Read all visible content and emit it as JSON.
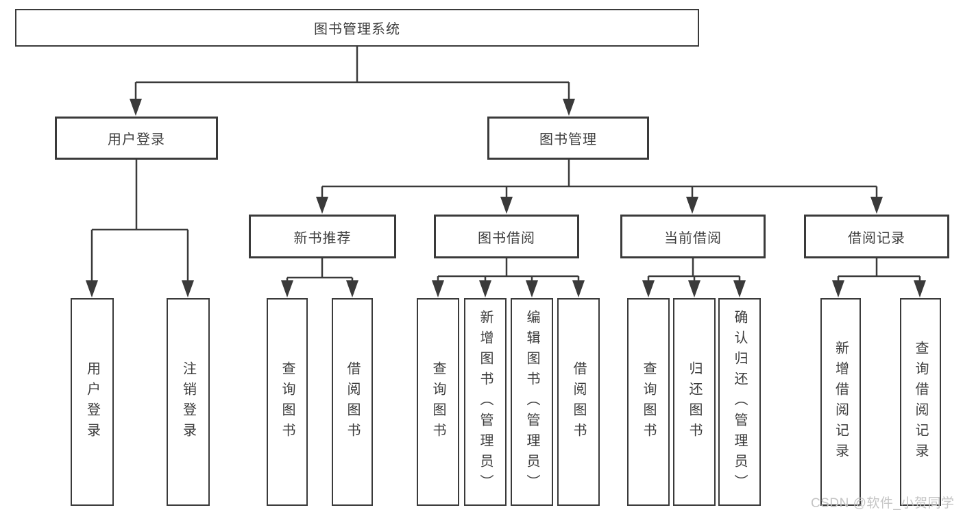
{
  "diagram": {
    "nodes": {
      "root": "图书管理系统",
      "user_login": "用户登录",
      "book_management": "图书管理",
      "new_book_recommend": "新书推荐",
      "book_borrowing": "图书借阅",
      "current_borrowing": "当前借阅",
      "borrowing_records": "借阅记录"
    },
    "leaves": [
      {
        "label": "用户登录"
      },
      {
        "label": "注销登录"
      },
      {
        "label": "查询图书"
      },
      {
        "label": "借阅图书"
      },
      {
        "label": "查询图书"
      },
      {
        "label": "新增图书（管理员）"
      },
      {
        "label": "编辑图书（管理员）"
      },
      {
        "label": "借阅图书"
      },
      {
        "label": "查询图书"
      },
      {
        "label": "归还图书"
      },
      {
        "label": "确认归还（管理员）"
      },
      {
        "label": "新增借阅记录"
      },
      {
        "label": "查询借阅记录"
      }
    ],
    "watermark": "CSDN @软件_小贺同学",
    "colors": {
      "line": "#3a3a3a",
      "text": "#3d3d3d",
      "background": "#ffffff",
      "watermark": "#c4c4c4"
    }
  }
}
